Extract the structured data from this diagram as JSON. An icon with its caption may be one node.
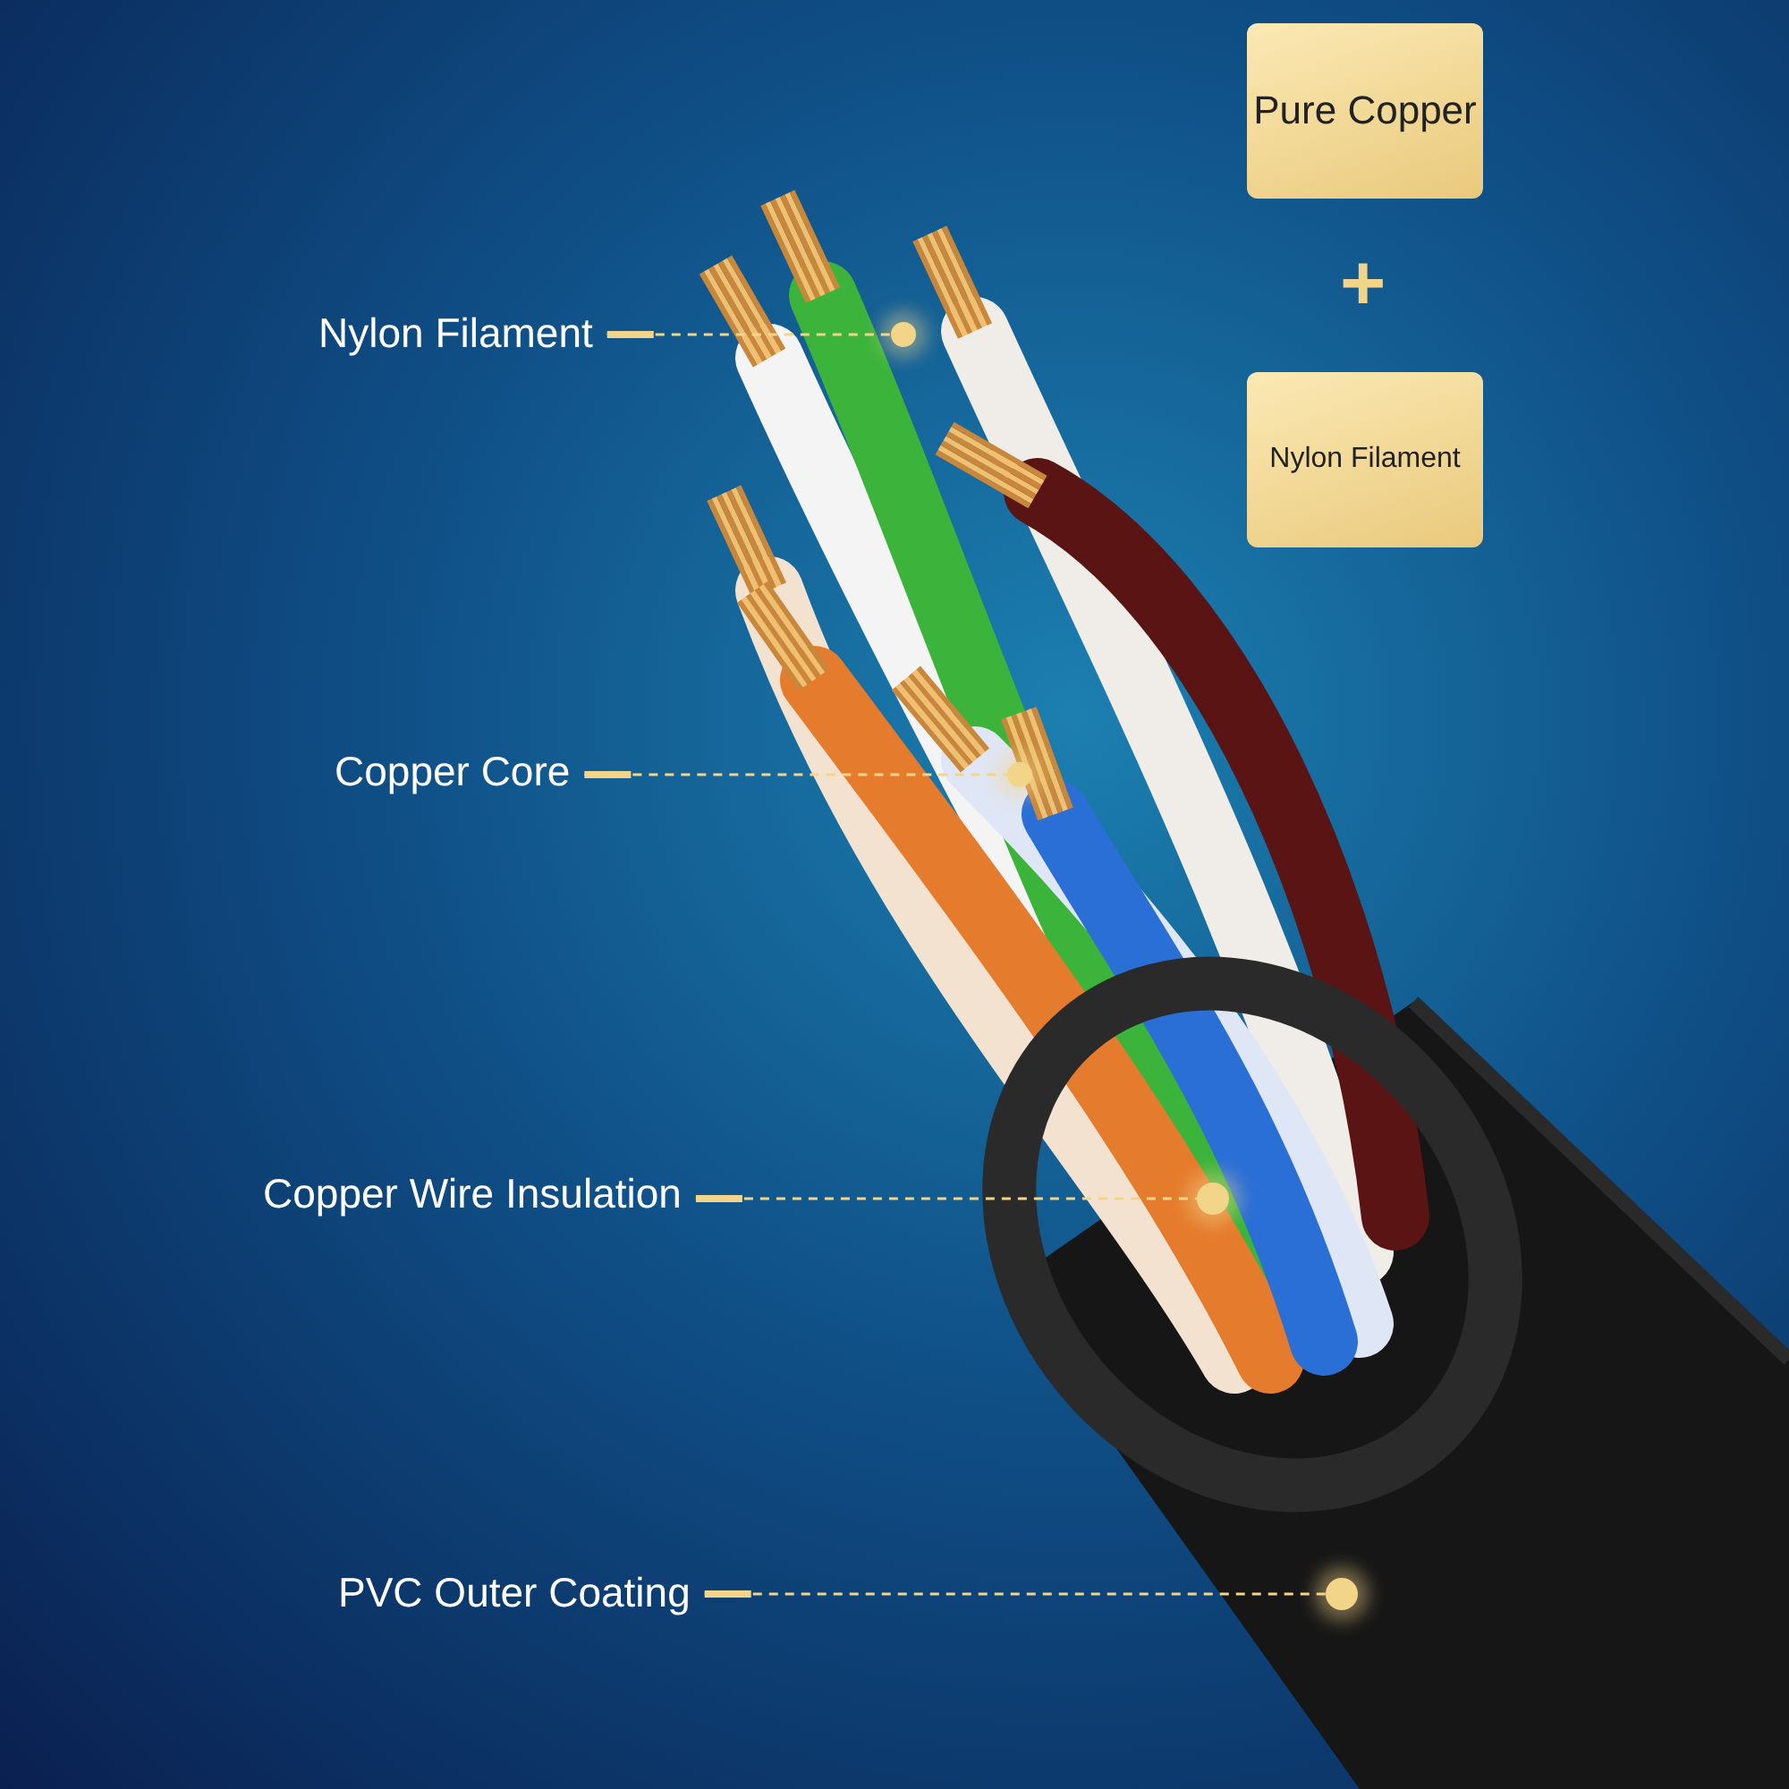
{
  "diagram": {
    "nodes": [
      {
        "text": [
          "Nylon Filament"
        ]
      },
      {
        "text": [],
        "shape": "circle"
      },
      {
        "text": [
          "Copper Core"
        ]
      },
      {
        "text": [],
        "shape": "circle"
      },
      {
        "text": [
          "Copper Wire Insulation"
        ]
      },
      {
        "text": [],
        "shape": "circle"
      },
      {
        "text": [
          "PVC Outer Coating"
        ]
      },
      {
        "text": [],
        "shape": "circle"
      },
      {
        "text": [
          "Pure Copper"
        ]
      },
      {
        "text": [
          "Nylon Filament"
        ]
      }
    ],
    "edges": [
      {
        "from": 0,
        "to": 1,
        "arrow": "none",
        "style": "dashed"
      },
      {
        "from": 2,
        "to": 3,
        "arrow": "none",
        "style": "dashed"
      },
      {
        "from": 4,
        "to": 5,
        "arrow": "none",
        "style": "dashed"
      },
      {
        "from": 6,
        "to": 7,
        "arrow": "none",
        "style": "dashed"
      }
    ],
    "labels": [
      "+"
    ]
  }
}
